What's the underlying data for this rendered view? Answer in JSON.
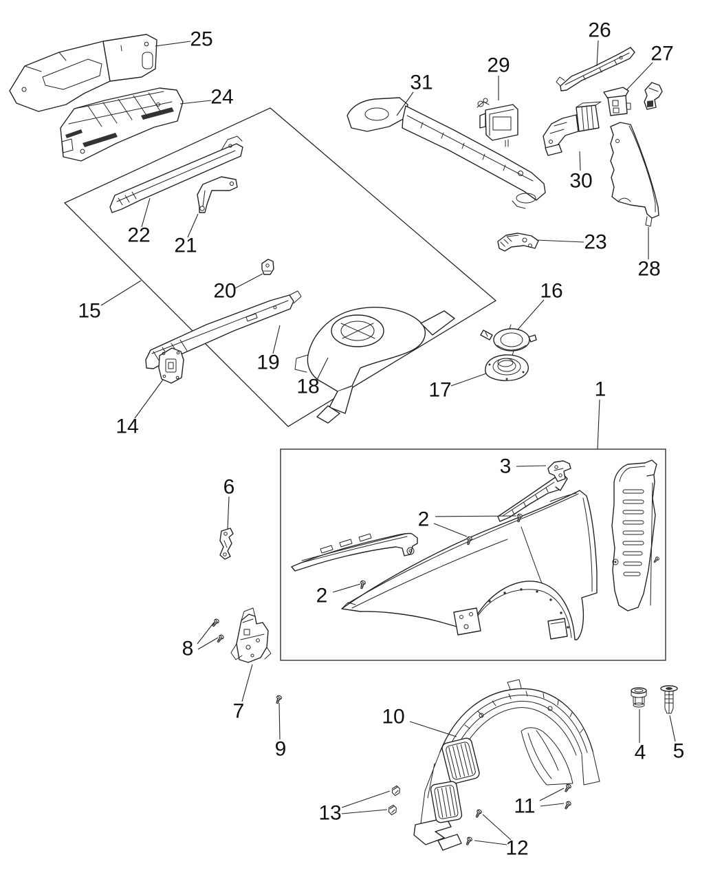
{
  "page": {
    "background": "#ffffff",
    "line_color": "#222222",
    "label_color": "#111111"
  },
  "callouts": [
    {
      "id": "25",
      "label": "25"
    },
    {
      "id": "24",
      "label": "24"
    },
    {
      "id": "22",
      "label": "22"
    },
    {
      "id": "21",
      "label": "21"
    },
    {
      "id": "20",
      "label": "20"
    },
    {
      "id": "15",
      "label": "15"
    },
    {
      "id": "14",
      "label": "14"
    },
    {
      "id": "19",
      "label": "19"
    },
    {
      "id": "18",
      "label": "18"
    },
    {
      "id": "31",
      "label": "31"
    },
    {
      "id": "29",
      "label": "29"
    },
    {
      "id": "26",
      "label": "26"
    },
    {
      "id": "27",
      "label": "27"
    },
    {
      "id": "30",
      "label": "30"
    },
    {
      "id": "23",
      "label": "23"
    },
    {
      "id": "28",
      "label": "28"
    },
    {
      "id": "16",
      "label": "16"
    },
    {
      "id": "17",
      "label": "17"
    },
    {
      "id": "1",
      "label": "1"
    },
    {
      "id": "3",
      "label": "3"
    },
    {
      "id": "2a",
      "label": "2"
    },
    {
      "id": "2b",
      "label": "2"
    },
    {
      "id": "6",
      "label": "6"
    },
    {
      "id": "8",
      "label": "8"
    },
    {
      "id": "7",
      "label": "7"
    },
    {
      "id": "9",
      "label": "9"
    },
    {
      "id": "10",
      "label": "10"
    },
    {
      "id": "4",
      "label": "4"
    },
    {
      "id": "5",
      "label": "5"
    },
    {
      "id": "11",
      "label": "11"
    },
    {
      "id": "12",
      "label": "12"
    },
    {
      "id": "13",
      "label": "13"
    }
  ]
}
